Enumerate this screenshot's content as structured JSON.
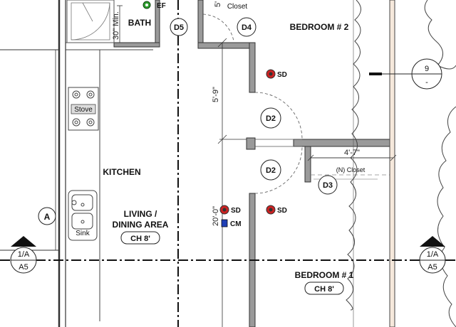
{
  "rooms": {
    "bath": "BATH",
    "bedroom2": "BEDROOM # 2",
    "kitchen": "KITCHEN",
    "living_line1": "LIVING /",
    "living_line2": "DINING AREA",
    "living_ceiling": "CH 8'",
    "bedroom1": "BEDROOM # 1",
    "bedroom1_ceiling": "CH 8'",
    "closet_top": "Closet",
    "closet_new": "(N) Closet"
  },
  "doors": {
    "d5": "D5",
    "d4": "D4",
    "d2_upper": "D2",
    "d2_lower": "D2",
    "d3": "D3"
  },
  "fixtures": {
    "exhaust_fan": "EF",
    "stove": "Stove",
    "sink": "Sink",
    "smoke_detector": "SD",
    "co_monitor": "CM"
  },
  "dimensions": {
    "bath_clearance": "30\" Min.",
    "hall_top": "5'-9\"",
    "hall_total": "20'-0\"",
    "closet_width": "4'-7\"",
    "top_clip": "5'"
  },
  "tags": {
    "grid_a": "A",
    "elevation_number": "9",
    "elevation_sheet": "-"
  },
  "section_markers": [
    {
      "top": "1/A",
      "bottom": "A5"
    },
    {
      "top": "1/A",
      "bottom": "A5"
    }
  ],
  "colors": {
    "wall_fill": "#9a9a9a",
    "smoke_detector": "#cc2222",
    "exhaust_fan": "#2fa02f",
    "co_monitor": "#1f3fb5"
  }
}
